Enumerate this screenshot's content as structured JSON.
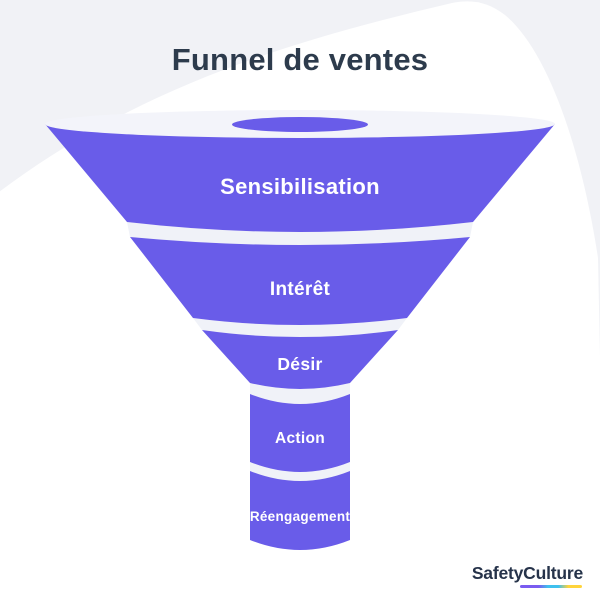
{
  "title": "Funnel de ventes",
  "funnel": {
    "stages": [
      {
        "id": "sensibilisation",
        "label": "Sensibilisation"
      },
      {
        "id": "interet",
        "label": "Intérêt"
      },
      {
        "id": "desir",
        "label": "Désir"
      },
      {
        "id": "action",
        "label": "Action"
      },
      {
        "id": "reengagement",
        "label": "Réengagement"
      }
    ]
  },
  "branding": {
    "logo_part1": "Safety",
    "logo_part2": "Culture"
  },
  "colors": {
    "funnel_purple": "#695CE9",
    "title_navy": "#2D3B4C",
    "background_grey": "#F1F2F6",
    "canvas_white": "#FFFFFF",
    "band_light": "#F0F2F8",
    "logo_navy": "#26334A",
    "underline_purple": "#7A5CF0",
    "underline_cyan": "#3FC0EE",
    "underline_yellow": "#FFD43B"
  }
}
